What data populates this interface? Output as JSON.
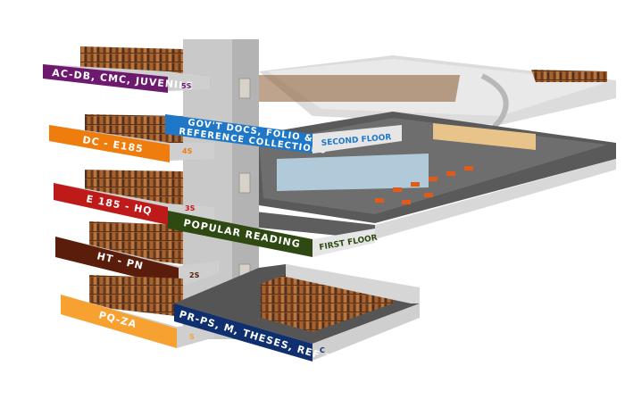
{
  "map": {
    "floors": [
      {
        "id": "5s",
        "tag": "5S",
        "collection": "AC-DB, CMC, JUVENILE",
        "color": "#6d1a6e"
      },
      {
        "id": "4s",
        "tag": "4S",
        "collection": "DC - E185",
        "color": "#ee7d0e"
      },
      {
        "id": "3s",
        "tag": "3S",
        "collection": "E 185 - HQ",
        "color": "#bf1a1a"
      },
      {
        "id": "2s",
        "tag": "2S",
        "collection": "HT - PN",
        "color": "#5a1d0c"
      },
      {
        "id": "s",
        "tag": "S",
        "collection": "PQ-ZA",
        "color": "#f7a230"
      },
      {
        "id": "c",
        "tag": "C",
        "collection": "PR-PS, M, THESES, REF Z",
        "color": "#0f2f6e"
      }
    ],
    "second_floor": {
      "name": "SECOND FLOOR",
      "collection_line1": "GOV'T DOCS, FOLIO &",
      "collection_line2": "REFERENCE COLLECTIONS",
      "color": "#1f77c8"
    },
    "first_floor": {
      "name": "FIRST FLOOR",
      "collection": "POPULAR READING",
      "color": "#2e4a12"
    }
  }
}
